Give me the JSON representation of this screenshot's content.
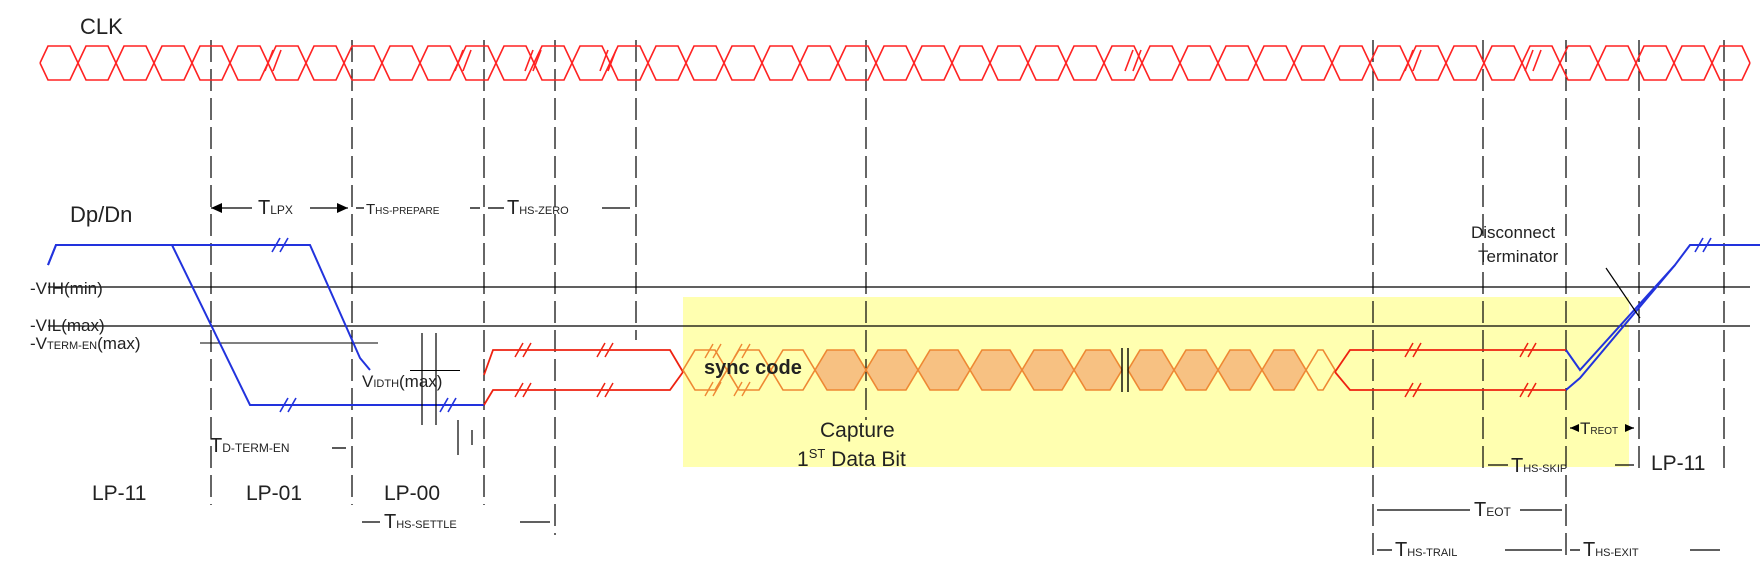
{
  "signals": {
    "clk": "CLK",
    "dpdn": "Dp/Dn"
  },
  "levels": {
    "vih": {
      "main": "VIH",
      "suffix": "(min)"
    },
    "vil": {
      "main": "VIL",
      "suffix": "(max)"
    },
    "vterm": {
      "main": "V",
      "sub": "TERM-EN",
      "suffix": "(max)"
    }
  },
  "timings": {
    "tlpx": {
      "main": "T",
      "sub": "LPX"
    },
    "ths_prepare": {
      "main": "T",
      "sub": "HS-PREPARE"
    },
    "ths_zero": {
      "main": "T",
      "sub": "HS-ZERO"
    },
    "td_term_en": {
      "main": "T",
      "sub": "D-TERM-EN"
    },
    "ths_settle": {
      "main": "T",
      "sub": "HS-SETTLE"
    },
    "treot": {
      "main": "T",
      "sub": "REOT"
    },
    "ths_skip": {
      "main": "T",
      "sub": "HS-SKIP"
    },
    "teot": {
      "main": "T",
      "sub": "EOT"
    },
    "ths_trail": {
      "main": "T",
      "sub": "HS-TRAIL"
    },
    "ths_exit": {
      "main": "T",
      "sub": "HS-EXIT"
    }
  },
  "states": {
    "lp11_left": "LP-11",
    "lp01": "LP-01",
    "lp00": "LP-00",
    "lp11_right": "LP-11"
  },
  "annotations": {
    "vidth": {
      "main": "V",
      "sub": "IDTH",
      "suffix": "(max)"
    },
    "sync_code": "sync code",
    "capture_line1": "Capture",
    "capture_line2_pre": "1",
    "capture_line2_sup": "ST",
    "capture_line2_post": " Data Bit",
    "disconnect_line1": "Disconnect",
    "disconnect_line2": "Terminator"
  },
  "colors": {
    "clock": "#ff2222",
    "lp_signal": "#2233dd",
    "hs_signal": "#ee2211",
    "highlight": "#ffffb0",
    "data_fill": "#f7c182",
    "data_stroke": "#ee8833",
    "level_line": "#000000"
  }
}
